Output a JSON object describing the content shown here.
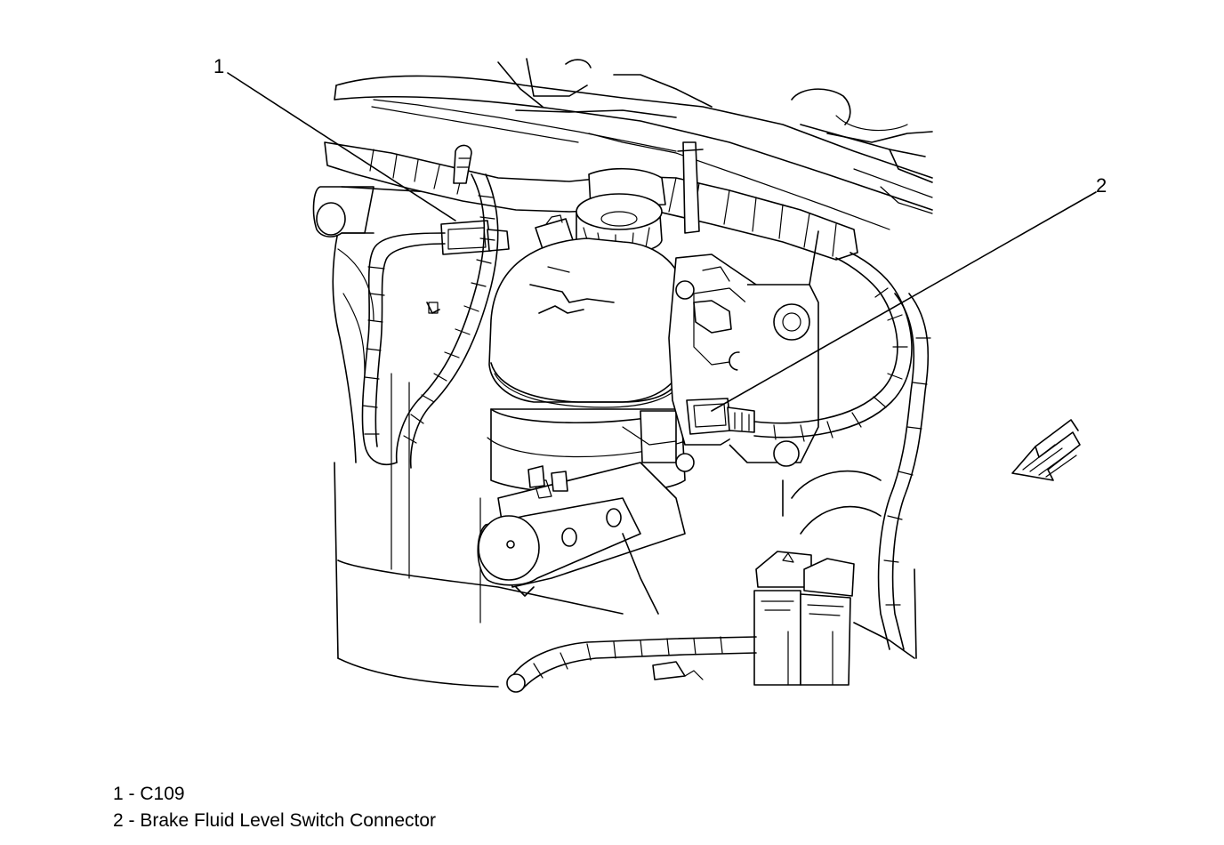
{
  "callouts": [
    {
      "number": "1",
      "label": "C109"
    },
    {
      "number": "2",
      "label": "Brake Fluid Level Switch Connector"
    }
  ],
  "legend_separator": " - ",
  "colors": {
    "line": "#000000",
    "background": "#ffffff"
  },
  "icons": [
    "view-direction-arrow-icon"
  ]
}
